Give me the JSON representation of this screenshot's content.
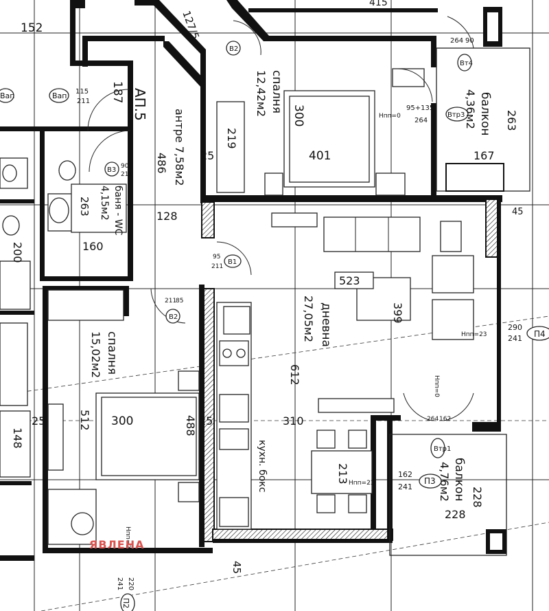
{
  "apartment": {
    "label": "АП.5"
  },
  "rooms": {
    "bedroom1": {
      "name": "спалня",
      "area": "12,42м2",
      "bed": "300",
      "width": "401",
      "depth": "219"
    },
    "antre": {
      "name": "антре 7,58м2",
      "dim": "486"
    },
    "bath": {
      "name": "баня - WC",
      "area": "4,15м2",
      "dim": "263",
      "dim2": "160"
    },
    "bedroom2": {
      "name": "спалня",
      "area": "15,02м2",
      "bed": "300",
      "d1": "512",
      "d2": "488"
    },
    "living": {
      "name": "дневна",
      "area": "27,05м2",
      "table": "523",
      "dim1": "399",
      "dim2": "612",
      "dim3": "310",
      "dim4": "213"
    },
    "kitchen": {
      "name": "кухн. бокс"
    },
    "balcony1": {
      "name": "балкон",
      "area": "4,36м2",
      "d1": "263",
      "d2": "167"
    },
    "balcony2": {
      "name": "балкон",
      "area": "4,76м2",
      "d1": "228",
      "d2": "228"
    }
  },
  "dimensions": {
    "top_left": "152",
    "door_127": "127/5",
    "v187": "187",
    "c25a": "25",
    "c25b": "25",
    "c25c": "25",
    "h128": "128",
    "v200": "200",
    "v148": "148",
    "d45a": "45",
    "d45b": "45",
    "top415": "415"
  },
  "tags": {
    "vap1": "Вап",
    "vap2": "Вап",
    "vap_nums": [
      "115",
      "211"
    ],
    "b1": "В1",
    "b2a": "В2",
    "b2b": "В2",
    "b3": "В3",
    "vt4": "Вт4",
    "vtr3": "Втр3",
    "vtr1": "Втр1",
    "p2": "П2",
    "p3": "П3",
    "p4": "П4",
    "b1_nums": [
      "95",
      "211"
    ],
    "b2_nums": [
      "85",
      "211"
    ],
    "b3_nums": [
      "90",
      "211"
    ],
    "vt4_nums": [
      "90",
      "264"
    ],
    "vtr3_nums": [
      "95+135",
      "264"
    ],
    "vtr1_nums": [
      "162",
      "264"
    ],
    "p4_nums": [
      "290",
      "241"
    ],
    "p3_nums": [
      "162",
      "241"
    ],
    "p2_nums": [
      "220",
      "241"
    ]
  },
  "levels": {
    "hnn0a": "Нпп=0",
    "hnn0b": "Нпп=0",
    "hnn23a": "Нпп=23",
    "hnn23b": "Нпп=23",
    "hnn23c": "Нпп=23"
  },
  "watermark": "ЯВЛЕНА",
  "colors": {
    "walls": "#111111",
    "watermark": "#d9534f"
  }
}
